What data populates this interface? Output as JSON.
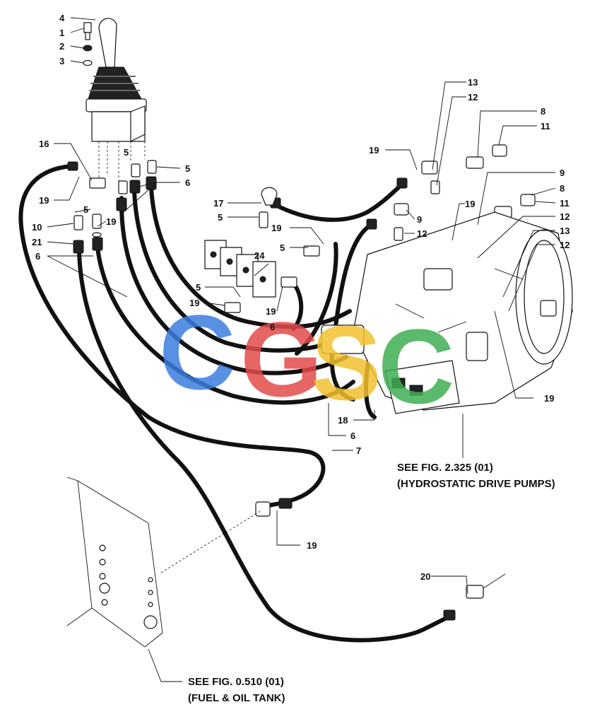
{
  "callouts": [
    {
      "id": "c4a",
      "label": "4"
    },
    {
      "id": "c1",
      "label": "1"
    },
    {
      "id": "c2",
      "label": "2"
    },
    {
      "id": "c3",
      "label": "3"
    },
    {
      "id": "c16",
      "label": "16"
    },
    {
      "id": "c19a",
      "label": "19"
    },
    {
      "id": "c5a",
      "label": "5"
    },
    {
      "id": "c5b",
      "label": "5"
    },
    {
      "id": "c6a",
      "label": "6"
    },
    {
      "id": "c5c",
      "label": "5"
    },
    {
      "id": "c19b",
      "label": "19"
    },
    {
      "id": "c10",
      "label": "10"
    },
    {
      "id": "c21",
      "label": "21"
    },
    {
      "id": "c6b",
      "label": "6"
    },
    {
      "id": "c17",
      "label": "17"
    },
    {
      "id": "c5d",
      "label": "5"
    },
    {
      "id": "c19c",
      "label": "19"
    },
    {
      "id": "c5e",
      "label": "5"
    },
    {
      "id": "c24",
      "label": "24"
    },
    {
      "id": "c5f",
      "label": "5"
    },
    {
      "id": "c19d",
      "label": "19"
    },
    {
      "id": "c19e",
      "label": "19"
    },
    {
      "id": "c6c",
      "label": "6"
    },
    {
      "id": "c19f",
      "label": "19"
    },
    {
      "id": "c13a",
      "label": "13"
    },
    {
      "id": "c12a",
      "label": "12"
    },
    {
      "id": "c8a",
      "label": "8"
    },
    {
      "id": "c11a",
      "label": "11"
    },
    {
      "id": "c9a",
      "label": "9"
    },
    {
      "id": "c12b",
      "label": "12"
    },
    {
      "id": "c19g",
      "label": "19"
    },
    {
      "id": "c9b",
      "label": "9"
    },
    {
      "id": "c8b",
      "label": "8"
    },
    {
      "id": "c11b",
      "label": "11"
    },
    {
      "id": "c12c",
      "label": "12"
    },
    {
      "id": "c13b",
      "label": "13"
    },
    {
      "id": "c12d",
      "label": "12"
    },
    {
      "id": "c19h",
      "label": "19"
    },
    {
      "id": "c18",
      "label": "18"
    },
    {
      "id": "c6d",
      "label": "6"
    },
    {
      "id": "c7",
      "label": "7"
    },
    {
      "id": "c19i",
      "label": "19"
    },
    {
      "id": "c20",
      "label": "20"
    }
  ],
  "references": {
    "pumps_line1": "SEE FIG. 2.325 (01)",
    "pumps_line2": "(HYDROSTATIC DRIVE PUMPS)",
    "tank_line1": "SEE FIG. 0.510 (01)",
    "tank_line2": "(FUEL & OIL TANK)"
  },
  "watermark": {
    "letters": [
      "C",
      "G",
      "S",
      "C"
    ],
    "colors": [
      "#3b7de0",
      "#e24b4b",
      "#f2c12e",
      "#3fae52"
    ]
  }
}
